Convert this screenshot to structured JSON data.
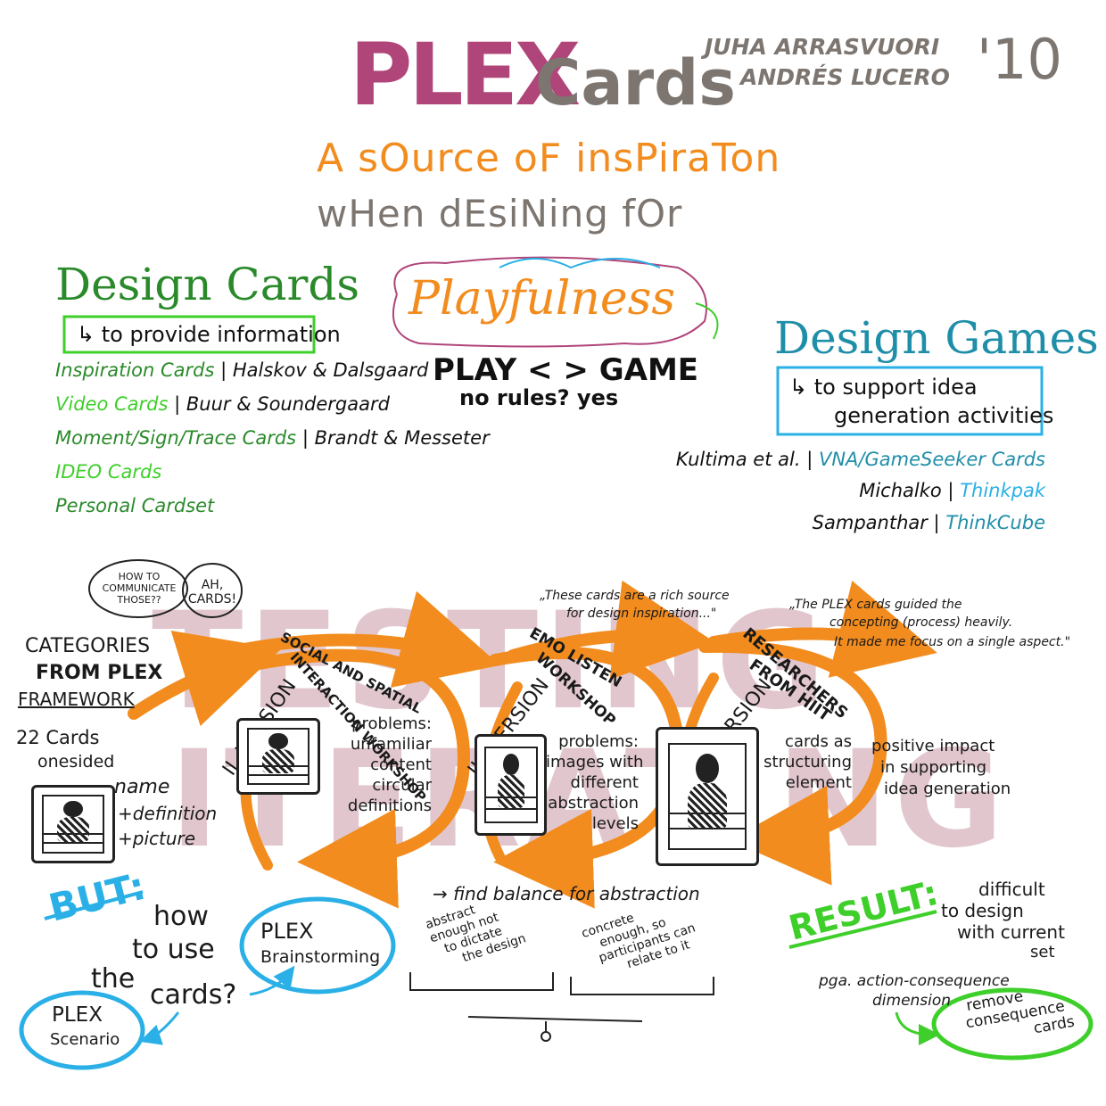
{
  "header": {
    "title_plex": "PLEX",
    "title_cards": "Cards",
    "authors": [
      "JUHA ARRASVUORI",
      "ANDRÉS LUCERO"
    ],
    "year": "'10",
    "subtitle_line1": "A sOurce oF insPiraTon",
    "subtitle_line2": "wHen dEsiNing fOr",
    "playfulness": "Playfulness",
    "play_game": "PLAY < > GAME",
    "no_rules_yes": "no  rules?  yes"
  },
  "design_cards": {
    "heading": "Design Cards",
    "purpose": "↳ to provide information",
    "items": [
      {
        "name": "Inspiration Cards",
        "author": "| Halskov & Dalsgaard"
      },
      {
        "name": "Video Cards",
        "author": "| Buur & Soundergaard"
      },
      {
        "name": "Moment/Sign/Trace Cards",
        "author": "| Brandt & Messeter"
      },
      {
        "name": "IDEO Cards",
        "author": ""
      },
      {
        "name": "Personal Cardset",
        "author": ""
      }
    ]
  },
  "design_games": {
    "heading": "Design Games",
    "purpose_line1": "↳ to support idea",
    "purpose_line2": "generation activities",
    "items": [
      {
        "author": "Kultima et al. |",
        "name": "VNA/GameSeeker Cards"
      },
      {
        "author": "Michalko |",
        "name": "Thinkpak"
      },
      {
        "author": "Sampanthar |",
        "name": "ThinkCube"
      }
    ]
  },
  "watermark": {
    "line1": "TESTING",
    "line2": "ITERATING"
  },
  "process": {
    "speech_bubble": "HOW TO COMMUNICATE THOSE??",
    "speech_reply": "AH, CARDS!",
    "categories_line1": "CATEGORIES",
    "categories_line2": "FROM PLEX",
    "categories_line3": "FRAMEWORK",
    "cards_count_line1": "22 Cards",
    "cards_count_line2": "onesided",
    "card_contents": [
      "name",
      "+definition",
      "+picture"
    ],
    "workshop1_line1": "SOCIAL AND SPATIAL",
    "workshop1_line2": "INTERACTION WORKSHOP",
    "version2": "II. VERSION",
    "problems2": [
      "problems:",
      "unfamiliar",
      "content",
      "circular",
      "definitions"
    ],
    "quote1_line1": "„These cards are a rich source",
    "quote1_line2": "for design inspiration...\"",
    "workshop2_line1": "EMO LISTEN",
    "workshop2_line2": "WORKSHOP",
    "version3": "III. VERSION",
    "problems3": [
      "problems:",
      "images with",
      "different",
      "abstraction",
      "levels"
    ],
    "quote2_line1": "„The PLEX cards guided the",
    "quote2_line2": "concepting (process) heavily.",
    "quote2_line3": "It made me focus on a single aspect.\"",
    "workshop3_line1": "RESEARCHERS",
    "workshop3_line2": "FROM HIIT",
    "version4": "IV. VERSION",
    "structuring": [
      "cards as",
      "structuring",
      "element"
    ],
    "impact": [
      "positive impact",
      "in supporting",
      "idea generation"
    ]
  },
  "bottom": {
    "but": "BUT:",
    "how_to_use": [
      "how",
      "to use",
      "the",
      "cards?"
    ],
    "brainstorming_line1": "PLEX",
    "brainstorming_line2": "Brainstorming",
    "scenario_line1": "PLEX",
    "scenario_line2": "Scenario",
    "balance": "→ find balance for abstraction",
    "abstract_text": [
      "abstract",
      "enough not",
      "to dictate",
      "the design"
    ],
    "concrete_text": [
      "concrete",
      "enough, so",
      "participants can",
      "relate to it"
    ],
    "result": "RESULT:",
    "difficult": [
      "difficult",
      "to design",
      "with current",
      "set"
    ],
    "dimension": [
      "pga. action-consequence",
      "dimension"
    ],
    "remove": [
      "remove",
      "consequence",
      "cards"
    ]
  },
  "colors": {
    "orange": "#f28c1e",
    "green_dark": "#2a8a2a",
    "green_light": "#3ecf2a",
    "blue": "#2ab0e6",
    "teal": "#1f8ea8",
    "magenta": "#b0457a",
    "gray": "#7d7670",
    "watermark": "#c99aa6"
  }
}
